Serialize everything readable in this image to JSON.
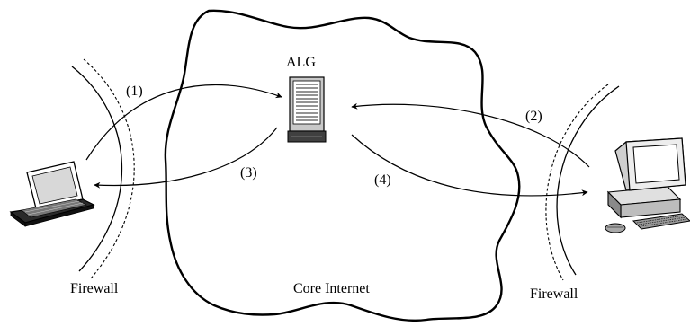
{
  "diagram": {
    "labels": {
      "alg": "ALG",
      "step1": "(1)",
      "step2": "(2)",
      "step3": "(3)",
      "step4": "(4)",
      "firewall_left": "Firewall",
      "firewall_right": "Firewall",
      "core": "Core Internet"
    },
    "icons": {
      "server": "server-icon",
      "laptop": "laptop-icon",
      "desktop": "desktop-computer-icon"
    },
    "colors": {
      "stroke": "#000000",
      "server_body": "#c8c8c8",
      "server_base": "#404040",
      "background": "#ffffff"
    }
  }
}
